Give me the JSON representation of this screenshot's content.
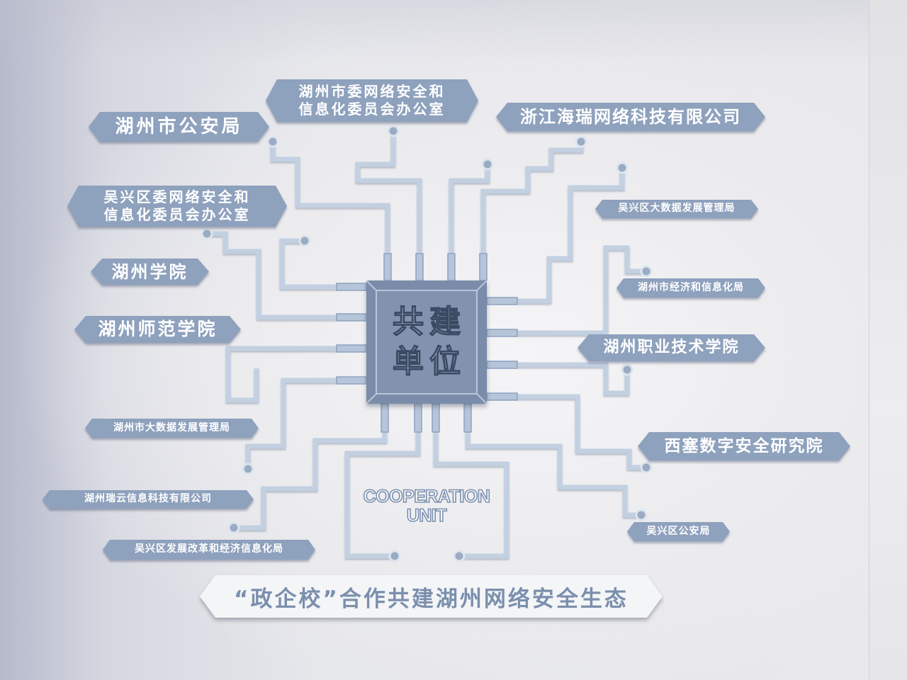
{
  "colors": {
    "label_fill": "#8ea1bd",
    "label_text": "#ffffff",
    "trace": "#c3d0e1",
    "terminal": "#9aabc3",
    "chip_fill": "#8293b0",
    "banner_fill": "#f4f5f7",
    "banner_text": "#7b8fad"
  },
  "center_chip": {
    "line1": "共建",
    "line2": "单位"
  },
  "cooperation_unit": {
    "line1": "COOPERATION",
    "line2": "UNIT"
  },
  "units": [
    {
      "lines": [
        "湖州市公安局"
      ]
    },
    {
      "lines": [
        "湖州市委网络安全和",
        "信息化委员会办公室"
      ]
    },
    {
      "lines": [
        "浙江海瑞网络科技有限公司"
      ]
    },
    {
      "lines": [
        "吴兴区委网络安全和",
        "信息化委员会办公室"
      ]
    },
    {
      "lines": [
        "吴兴区大数据发展管理局"
      ]
    },
    {
      "lines": [
        "湖州学院"
      ]
    },
    {
      "lines": [
        "湖州市经济和信息化局"
      ]
    },
    {
      "lines": [
        "湖州师范学院"
      ]
    },
    {
      "lines": [
        "湖州职业技术学院"
      ]
    },
    {
      "lines": [
        "湖州市大数据发展管理局"
      ]
    },
    {
      "lines": [
        "西塞数字安全研究院"
      ]
    },
    {
      "lines": [
        "湖州瑞云信息科技有限公司"
      ]
    },
    {
      "lines": [
        "吴兴区公安局"
      ]
    },
    {
      "lines": [
        "吴兴区发展改革和经济信息化局"
      ]
    }
  ],
  "banner": {
    "text": "“政企校”合作共建湖州网络安全生态"
  }
}
